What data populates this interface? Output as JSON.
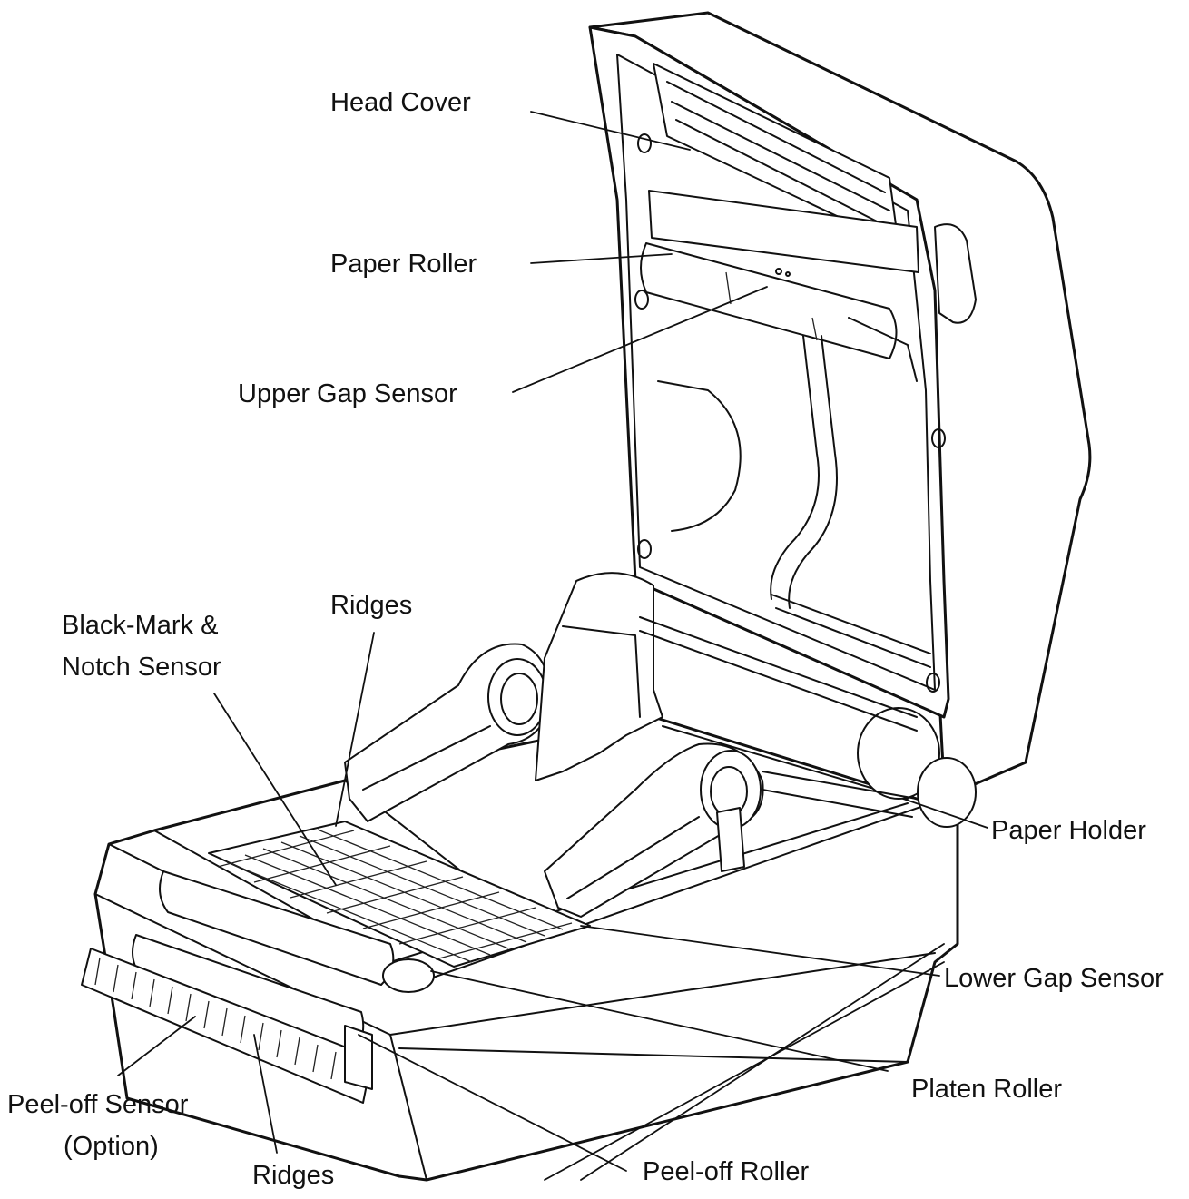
{
  "labels": {
    "head_cover": "Head Cover",
    "paper_roller": "Paper Roller",
    "upper_gap_sensor": "Upper Gap Sensor",
    "ridges_top": "Ridges",
    "black_mark_line1": "Black-Mark &",
    "black_mark_line2": "Notch Sensor",
    "paper_holder": "Paper Holder",
    "lower_gap_sensor": "Lower Gap Sensor",
    "platen_roller": "Platen Roller",
    "peel_off_sensor_line1": "Peel-off Sensor",
    "peel_off_sensor_line2": "(Option)",
    "ridges_bottom": "Ridges",
    "peel_off_roller": "Peel-off Roller"
  },
  "colors": {
    "line": "#111111",
    "background": "#ffffff"
  }
}
